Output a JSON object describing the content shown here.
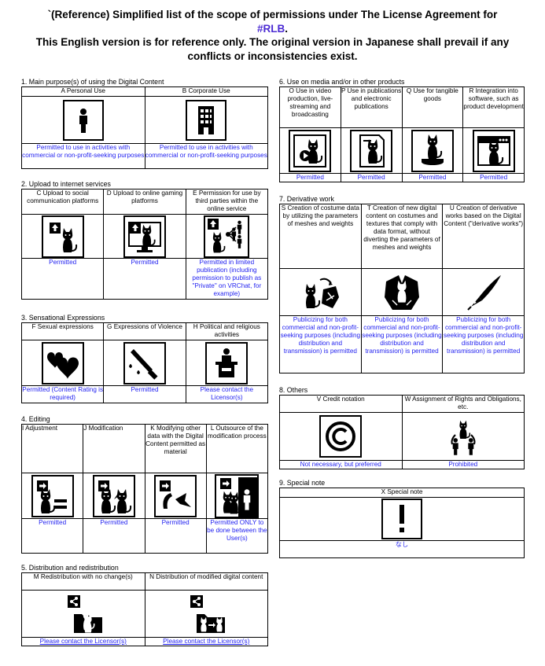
{
  "header": {
    "line1": "`(Reference) Simplified list of the scope of permissions under The License Agreement for",
    "tag": "#RLB",
    "tag_suffix": ".",
    "line3": "This English version is for reference only. The original version in Japanese shall prevail if any conflicts or inconsistencies exist."
  },
  "s1": {
    "title": "1. Main purpose(s) of using the Digital Content",
    "cols": [
      {
        "label": "A Personal Use",
        "icon": "person-icon",
        "perm": "Permitted to use in activities with commercial or non-profit-seeking purposes"
      },
      {
        "label": "B Corporate Use",
        "icon": "building-icon",
        "perm": "Permitted to use in activities with commercial or non-profit-seeking purposes"
      }
    ]
  },
  "s2": {
    "title": "2. Upload to internet services",
    "cols": [
      {
        "label": "C Upload to social communication platforms",
        "icon": "upload-cat-icon",
        "perm": "Permitted"
      },
      {
        "label": "D Upload to online gaming platforms",
        "icon": "gaming-monitor-icon",
        "perm": "Permitted"
      },
      {
        "label": "E Permission for use by third parties within the online service",
        "icon": "share-people-icon",
        "perm": "Permitted in limited publication (including permission to publish as \"Private\" on VRChat, for example)"
      }
    ]
  },
  "s3": {
    "title": "3. Sensational Expressions",
    "cols": [
      {
        "label": "F Sexual expressions",
        "icon": "hearts-icon",
        "perm": "Permitted (Content Rating is required)"
      },
      {
        "label": "G Expressions of Violence",
        "icon": "knife-icon",
        "perm": "Permitted"
      },
      {
        "label": "H Political and religious activities",
        "icon": "podium-icon",
        "perm": "Please contact the Licensor(s)"
      }
    ]
  },
  "s4": {
    "title": "4. Editing",
    "cols": [
      {
        "label": "I Adjustment",
        "icon": "adjust-equal-icon",
        "perm": "Permitted"
      },
      {
        "label": "J Modification",
        "icon": "modify-cat-icon",
        "perm": "Permitted"
      },
      {
        "label": "K Modifying other data with the Digital Content permitted as material",
        "icon": "modify-other-icon",
        "perm": "Permitted"
      },
      {
        "label": "L Outsource of the modification process",
        "icon": "outsource-icon",
        "perm": "Permitted ONLY to be done between the User(s)"
      }
    ]
  },
  "s5": {
    "title": "5. Distribution and redistribution",
    "cols": [
      {
        "label": "M Redistribution with no change(s)",
        "icon": "share-folder-icon",
        "perm": "Please contact the Licensor(s)"
      },
      {
        "label": "N Distribution of modified digital content",
        "icon": "share-modified-icon",
        "perm": "Please contact the Licensor(s)"
      }
    ]
  },
  "s6": {
    "title": "6. Use on media and/or in other products",
    "cols": [
      {
        "label": "O Use in video production, live-streaming and broadcasting",
        "icon": "video-icon",
        "perm": "Permitted"
      },
      {
        "label": "P Use in publications and electronic publications",
        "icon": "publication-icon",
        "perm": "Permitted"
      },
      {
        "label": "Q Use for tangible goods",
        "icon": "figure-icon",
        "perm": "Permitted"
      },
      {
        "label": "R Integration into software, such as product development",
        "icon": "software-icon",
        "perm": "Permitted"
      }
    ]
  },
  "s7": {
    "title": "7. Derivative work",
    "cols": [
      {
        "label": "S Creation of costume data by utilizing the parameters of meshes and weights",
        "icon": "costume-icon",
        "perm": "Publicizing for both commercial and non-profit-seeking purposes (including distribution and transmission) is permitted"
      },
      {
        "label": "T Creation of new digital content on costumes and textures that comply with data format, without diverting the parameters of meshes and weights",
        "icon": "costume-dark-icon",
        "perm": "Publicizing for both commercial and non-profit-seeking purposes (including distribution and transmission) is permitted"
      },
      {
        "label": "U Creation of derivative works based on the Digital Content (\"derivative works\")",
        "icon": "pen-icon",
        "perm": "Publicizing for both commercial and non-profit-seeking purposes (including distribution and transmission) is permitted"
      }
    ]
  },
  "s8": {
    "title": "8. Others",
    "cols": [
      {
        "label": "V Credit notation",
        "icon": "copyright-icon",
        "perm": "Not necessary, but preferred"
      },
      {
        "label": "W Assignment of Rights and Obligations, etc.",
        "icon": "transfer-rights-icon",
        "perm": "Prohibited"
      }
    ]
  },
  "s9": {
    "title": "9. Special note",
    "cols": [
      {
        "label": "X Special note",
        "icon": "exclamation-icon",
        "perm": "なし"
      }
    ]
  },
  "colors": {
    "permitted_text": "#1f1ff0",
    "tag": "#4b2bd3"
  }
}
